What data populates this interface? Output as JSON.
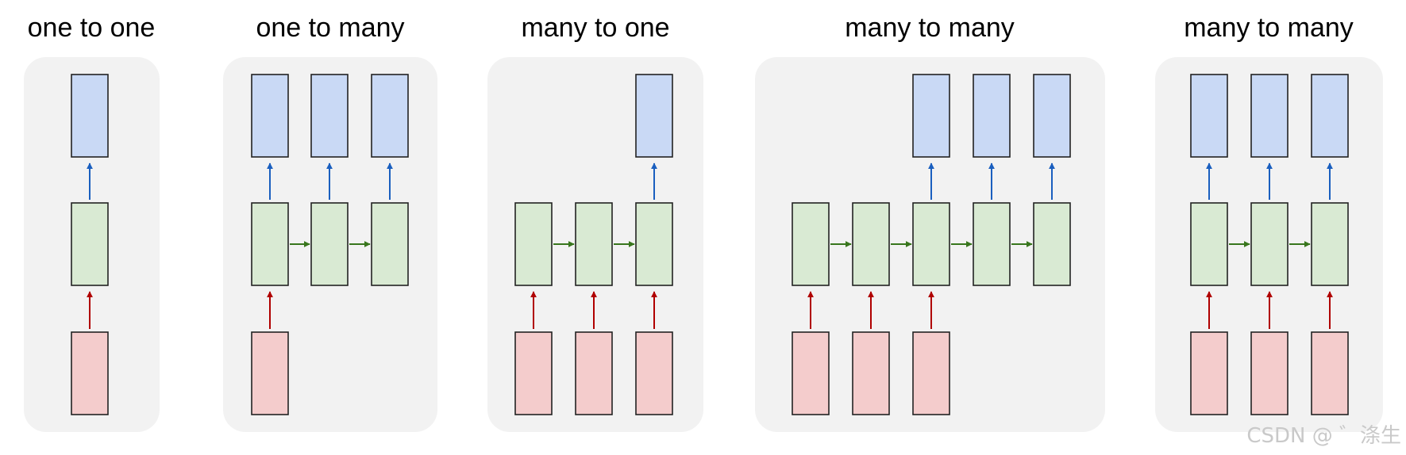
{
  "panels": [
    {
      "title": "one to one",
      "output_cols": [
        0
      ],
      "hidden_cols": [
        0
      ],
      "input_cols": [
        0
      ],
      "recurrent_links": []
    },
    {
      "title": "one to many",
      "output_cols": [
        0,
        1,
        2
      ],
      "hidden_cols": [
        0,
        1,
        2
      ],
      "input_cols": [
        0
      ],
      "recurrent_links": [
        [
          0,
          1
        ],
        [
          1,
          2
        ]
      ]
    },
    {
      "title": "many to one",
      "output_cols": [
        2
      ],
      "hidden_cols": [
        0,
        1,
        2
      ],
      "input_cols": [
        0,
        1,
        2
      ],
      "recurrent_links": [
        [
          0,
          1
        ],
        [
          1,
          2
        ]
      ]
    },
    {
      "title": "many to many",
      "output_cols": [
        2,
        3,
        4
      ],
      "hidden_cols": [
        0,
        1,
        2,
        3,
        4
      ],
      "input_cols": [
        0,
        1,
        2
      ],
      "recurrent_links": [
        [
          0,
          1
        ],
        [
          1,
          2
        ],
        [
          2,
          3
        ],
        [
          3,
          4
        ]
      ]
    },
    {
      "title": "many to many",
      "output_cols": [
        0,
        1,
        2
      ],
      "hidden_cols": [
        0,
        1,
        2
      ],
      "input_cols": [
        0,
        1,
        2
      ],
      "recurrent_links": [
        [
          0,
          1
        ],
        [
          1,
          2
        ]
      ]
    }
  ],
  "colors": {
    "output_fill": "#c9d9f5",
    "hidden_fill": "#d9ead3",
    "input_fill": "#f4cccc",
    "output_arrow": "#1a5fbf",
    "input_arrow": "#b00000",
    "recurrent_arrow": "#38761d",
    "panel_bg": "#f2f2f2",
    "box_stroke": "#222222"
  },
  "watermark": "CSDN @ ゛涤生"
}
